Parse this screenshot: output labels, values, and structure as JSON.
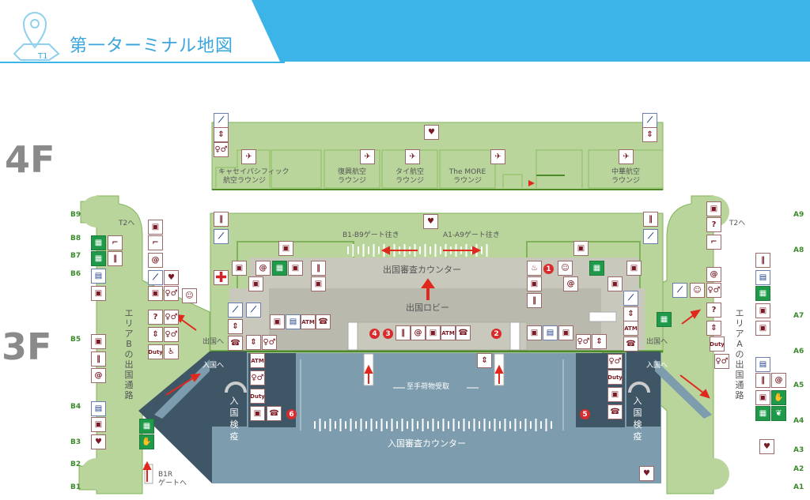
{
  "header": {
    "title": "第一ターミナル地図",
    "terminal_badge": "T1",
    "accent": "#3db4e8"
  },
  "floors": {
    "upper": "4F",
    "main": "3F"
  },
  "lounges_4f": [
    {
      "name": "キャセイパシフィック",
      "sub": "航空ラウンジ"
    },
    {
      "name": "復興航空",
      "sub": "ラウンジ"
    },
    {
      "name": "タイ航空",
      "sub": "ラウンジ"
    },
    {
      "name": "The MORE",
      "sub": "ラウンジ"
    },
    {
      "name": "中華航空",
      "sub": "ラウンジ"
    }
  ],
  "gates_b": [
    "B9",
    "B8",
    "B7",
    "B6",
    "B5",
    "B4",
    "B3",
    "B2",
    "B1"
  ],
  "gates_a": [
    "A9",
    "A8",
    "A7",
    "A6",
    "A5",
    "A4",
    "A3",
    "A2",
    "A1"
  ],
  "labels": {
    "t2_left": "T2へ",
    "t2_right": "T2へ",
    "area_b": "エリアBの出国通路",
    "area_a": "エリアAの出国通路",
    "departure_left": "出国へ",
    "departure_right": "出国へ",
    "arrival_left": "入国へ",
    "arrival_right": "入国へ",
    "gates_b_dir": "B1-B9ゲート往き",
    "gates_a_dir": "A1-A9ゲート往き",
    "emigration": "出国審査カウンター",
    "departure_lobby": "出国ロビー",
    "baggage": "至手荷物受取",
    "immigration": "入国審査カウンター",
    "quarantine_left": "入国検疫",
    "quarantine_right": "入国検疫",
    "b1r": "B1R",
    "b1r_sub": "ゲートへ"
  },
  "markers": [
    "1",
    "2",
    "3",
    "4",
    "5",
    "6"
  ],
  "icon_types": {
    "restroom": "♀♂",
    "elevator": "⇕",
    "escalator": "⟋",
    "lounge": "✈",
    "aed": "♥",
    "restaurant": "‖",
    "shop": "▣",
    "atm": "ATM",
    "internet": "@",
    "info": "?",
    "book": "▤",
    "phone": "☎",
    "photo": "▦",
    "firstaid": "✚",
    "nursing": "☺",
    "massage": "♨",
    "smoking": "⌐",
    "wheelchair": "♿",
    "dutyfree": "Duty",
    "prayer": "✋",
    "butterfly": "❦"
  },
  "colors": {
    "departure_floor": "#b9d59c",
    "lobby": "#c9c8bd",
    "arrival": "#7d9cae",
    "arrival_dark": "#3f5667",
    "arrow": "#e0281f"
  }
}
